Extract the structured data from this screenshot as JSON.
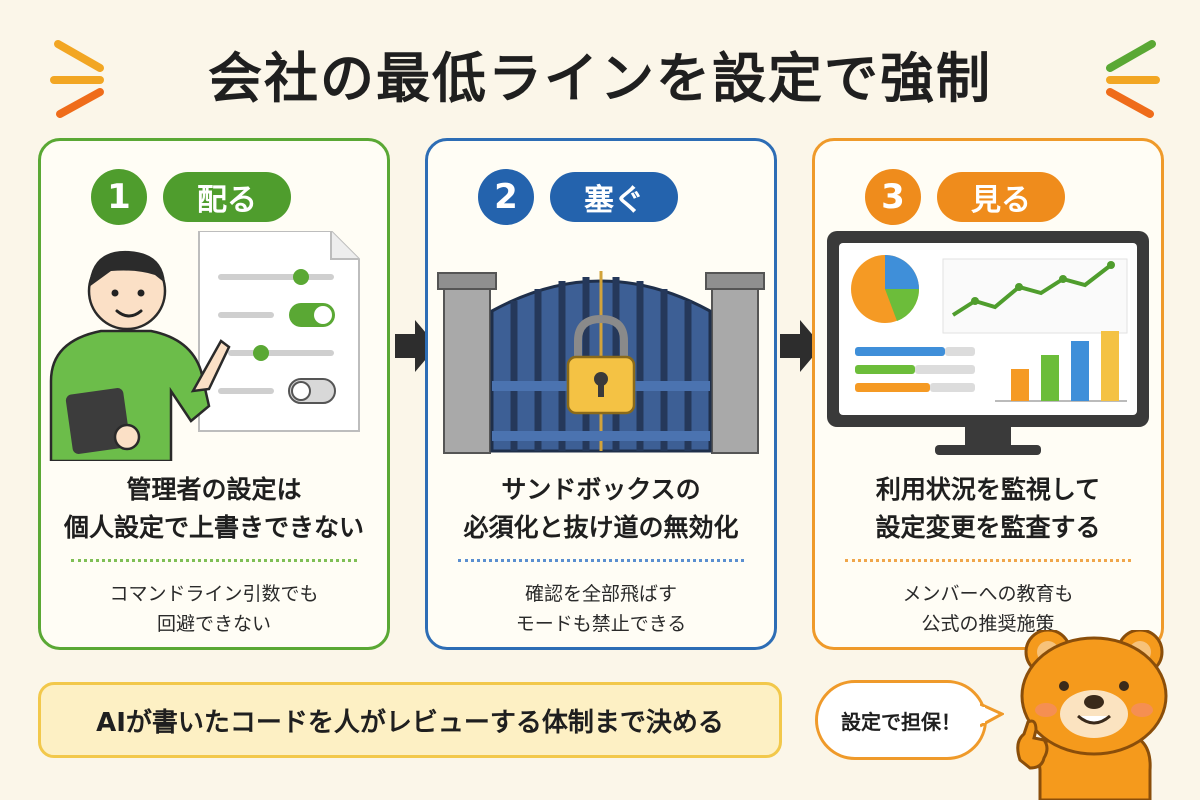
{
  "title": "会社の最低ラインを設定で強制",
  "steps": [
    {
      "number": "1",
      "label": "配る",
      "main_lines": [
        "管理者の設定は",
        "個人設定で上書きできない"
      ],
      "sub_lines": [
        "コマンドライン引数でも",
        "回避できない"
      ],
      "color": "#4f9d2d"
    },
    {
      "number": "2",
      "label": "塞ぐ",
      "main_lines": [
        "サンドボックスの",
        "必須化と抜け道の無効化"
      ],
      "sub_lines": [
        "確認を全部飛ばす",
        "モードも禁止できる"
      ],
      "color": "#2463ad"
    },
    {
      "number": "3",
      "label": "見る",
      "main_lines": [
        "利用状況を監視して",
        "設定変更を監査する"
      ],
      "sub_lines": [
        "メンバーへの教育も",
        "公式の推奨施策"
      ],
      "color": "#ef8c1c"
    }
  ],
  "footer": {
    "banner": "AIが書いたコードを人がレビューする体制まで決める",
    "bubble": "設定で担保！"
  },
  "icons": {
    "person": "person-with-tablet-icon",
    "settings_doc": "settings-document-icon",
    "gate": "locked-gate-icon",
    "padlock": "padlock-icon",
    "monitor": "dashboard-monitor-icon",
    "arrow": "arrow-right-icon",
    "mascot": "bear-mascot-icon"
  }
}
